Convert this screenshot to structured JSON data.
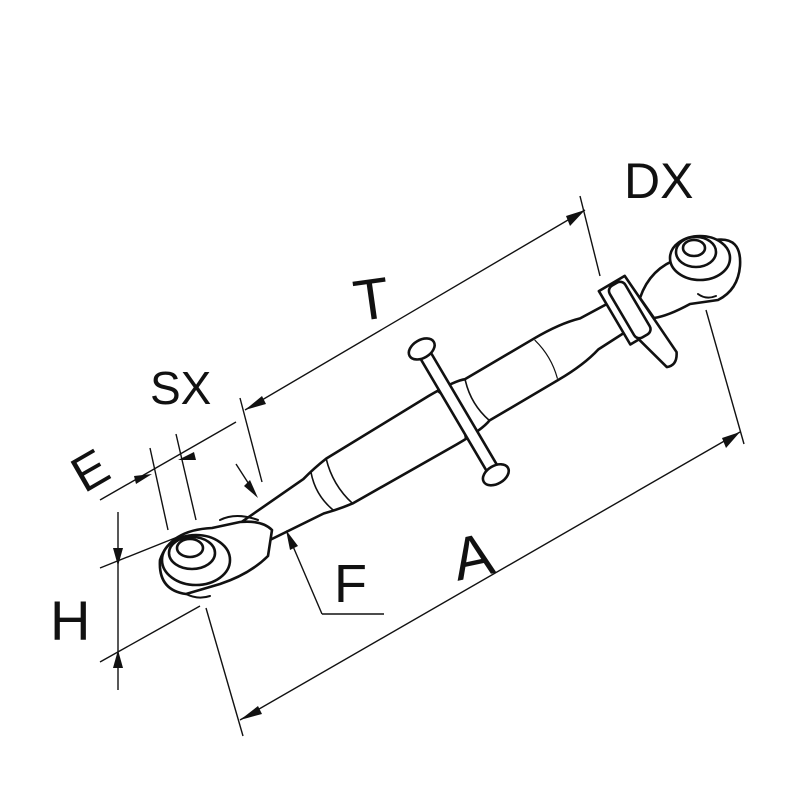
{
  "diagram": {
    "labels": {
      "dx": "DX",
      "t": "T",
      "sx": "SX",
      "e": "E",
      "h": "H",
      "f": "F",
      "a": "A"
    },
    "colors": {
      "ink": "#111111",
      "background": "#ffffff"
    }
  }
}
